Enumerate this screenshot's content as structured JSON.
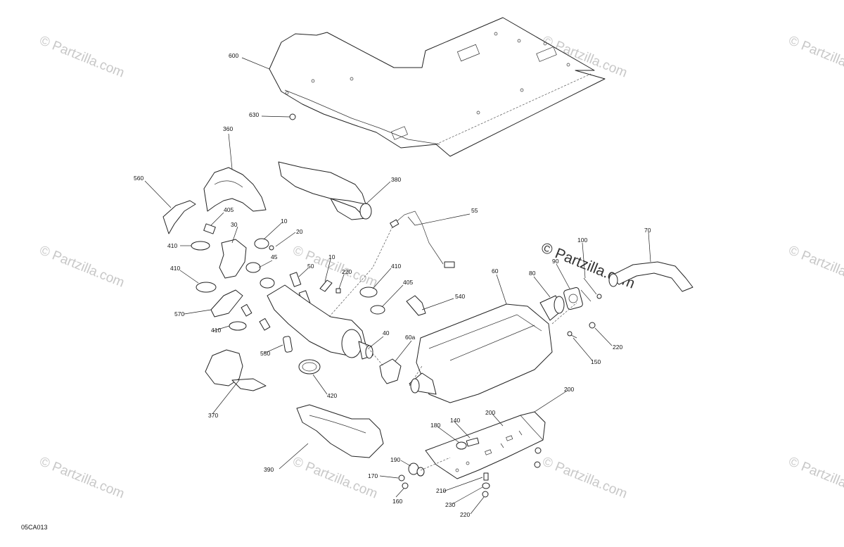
{
  "diagram_code": "05CA013",
  "watermark_text": "© Partzilla.com",
  "callouts": [
    "600",
    "630",
    "360",
    "560",
    "380",
    "55",
    "405",
    "30",
    "10",
    "20",
    "410",
    "410",
    "45",
    "10",
    "50",
    "220",
    "410",
    "405",
    "540",
    "570",
    "410",
    "550",
    "40",
    "60a",
    "420",
    "60",
    "80",
    "90",
    "100",
    "70",
    "220",
    "150",
    "370",
    "200",
    "200",
    "180",
    "140",
    "390",
    "190",
    "170",
    "210",
    "160",
    "230",
    "220"
  ]
}
